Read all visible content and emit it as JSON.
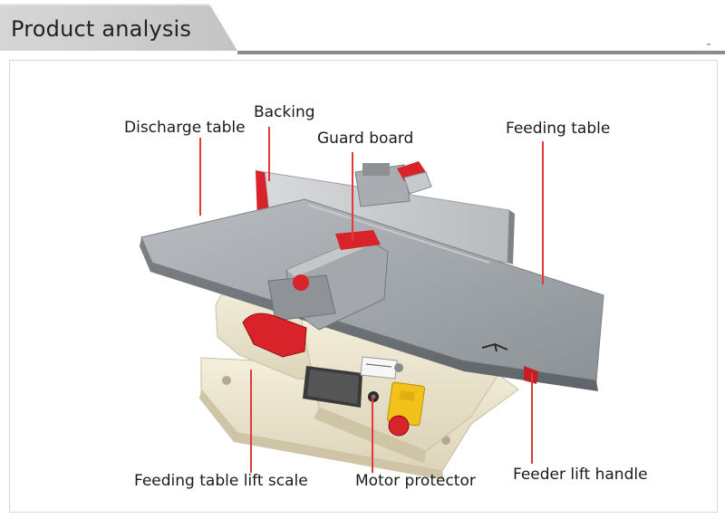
{
  "header": {
    "title": "Product analysis"
  },
  "labels": {
    "backing": "Backing",
    "discharge_table": "Discharge table",
    "guard_board": "Guard board",
    "feeding_table": "Feeding table",
    "feeding_table_lift_scale": "Feeding table lift scale",
    "motor_protector": "Motor protector",
    "feeder_lift_handle": "Feeder lift handle"
  },
  "colors": {
    "leader_line": "#e23a3a",
    "table_steel": "#9ea3a8",
    "body_cream": "#ede6cf",
    "accent_red": "#d9232a",
    "switch_yellow": "#f3c21a"
  }
}
